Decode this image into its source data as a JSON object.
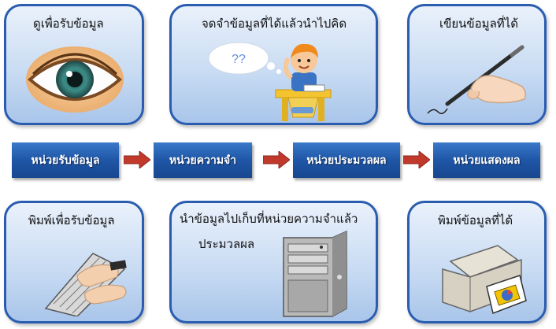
{
  "cards": {
    "view_data": "ดูเพื่อรับข้อมูล",
    "remember_think": "จดจำข้อมูลที่ได้แล้วนำไปคิด",
    "write_data": "เขียนข้อมูลที่ได้",
    "type_data": "พิมพ์เพื่อรับข้อมูล",
    "store_process_line1": "นำข้อมูลไปเก็บที่หน่วยความจำแล้ว",
    "store_process_line2": "ประมวลผล",
    "print_data": "พิมพ์ข้อมูลที่ได้"
  },
  "stages": {
    "input": "หน่วยรับข้อมูล",
    "memory": "หน่วยความจำ",
    "processing": "หน่วยประมวลผล",
    "output": "หน่วยแสดงผล"
  },
  "thought_bubble": "??",
  "icons": [
    "eye-icon",
    "thinking-child-icon",
    "hand-pen-icon",
    "typing-hands-icon",
    "computer-tower-icon",
    "printer-icon"
  ],
  "colors": {
    "card_border": "#2a5db0",
    "stage_fill": "#1f56a6",
    "arrow": "#c0392b"
  }
}
